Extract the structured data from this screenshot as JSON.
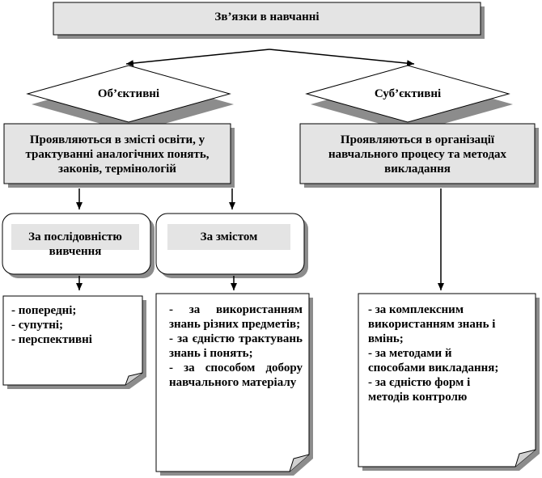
{
  "title": "Зв’язки в навчанні",
  "left_branch": {
    "label": "Об’єктивні",
    "description": "Проявляються в змісті освіти, у трактуванні аналогічних понять, законів, термінологій",
    "subgroups": [
      {
        "label": "За послідовністю вивчення",
        "items": [
          "- попередні;",
          "- супутні;",
          "- перспективні"
        ]
      },
      {
        "label": "За змістом",
        "items": [
          "- за використанням знань різних предметів;",
          "- за єдністю трактувань знань і понять;",
          "- за способом добору навчального матеріалу"
        ]
      }
    ]
  },
  "right_branch": {
    "label": "Суб’єктивні",
    "description": "Проявляються в організації навчального процесу та методах викладання",
    "items": [
      "- за комплексним використанням знань і вмінь;",
      "- за методами й способами викладання;",
      "- за єдністю форм і методів контролю"
    ]
  }
}
